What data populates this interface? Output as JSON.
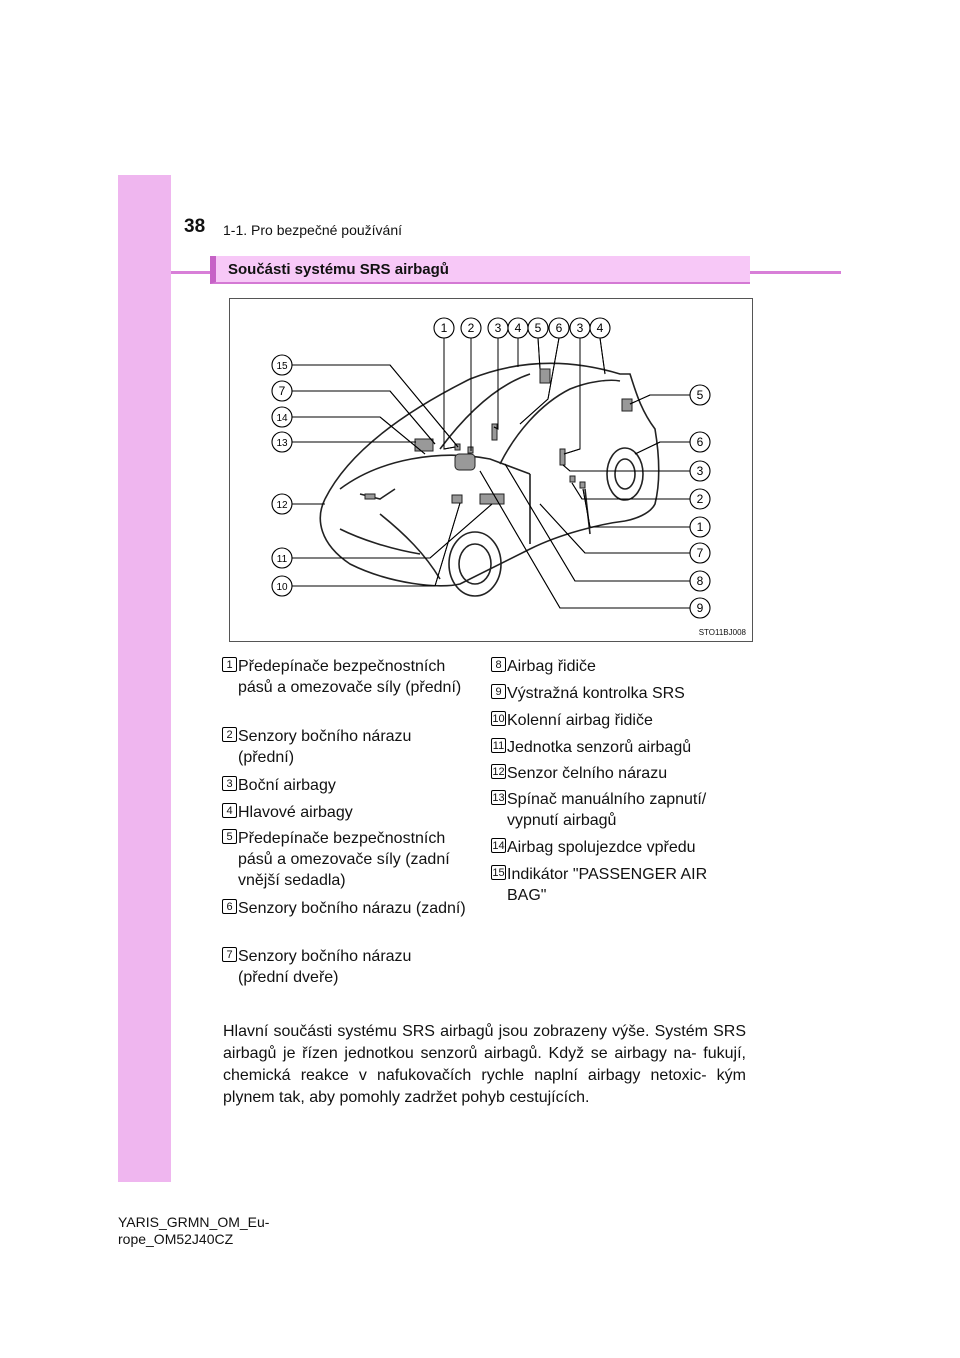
{
  "header": {
    "page_number": "38",
    "running_title": "1-1. Pro bezpečné používání"
  },
  "section": {
    "title": "Součásti systému SRS airbagů"
  },
  "figure": {
    "code": "STO11BJ008",
    "callouts_top": [
      "1",
      "2",
      "3",
      "4",
      "5",
      "6",
      "3",
      "4"
    ],
    "callouts_left": [
      "15",
      "7",
      "14",
      "13",
      "12",
      "11",
      "10"
    ],
    "callouts_right": [
      "5",
      "6",
      "3",
      "2",
      "1",
      "7",
      "8",
      "9"
    ]
  },
  "legend_left": [
    {
      "num": "1",
      "text": "Předepínače bezpečnostních pásů a omezovače síly (přední)"
    },
    {
      "num": "2",
      "text": "Senzory bočního nárazu (přední)"
    },
    {
      "num": "3",
      "text": "Boční airbagy"
    },
    {
      "num": "4",
      "text": "Hlavové airbagy"
    },
    {
      "num": "5",
      "text": "Předepínače bezpečnostních pásů a omezovače síly (zadní vnější sedadla)"
    },
    {
      "num": "6",
      "text": "Senzory bočního nárazu (zadní)"
    },
    {
      "num": "7",
      "text": "Senzory bočního nárazu (přední dveře)"
    }
  ],
  "legend_right": [
    {
      "num": "8",
      "text": "Airbag řidiče"
    },
    {
      "num": "9",
      "text": "Výstražná kontrolka SRS"
    },
    {
      "num": "10",
      "text": "Kolenní airbag řidiče"
    },
    {
      "num": "11",
      "text": "Jednotka senzorů airbagů"
    },
    {
      "num": "12",
      "text": "Senzor čelního nárazu"
    },
    {
      "num": "13",
      "text": "Spínač manuálního zapnutí/ vypnutí airbagů"
    },
    {
      "num": "14",
      "text": "Airbag spolujezdce vpředu"
    },
    {
      "num": "15",
      "text": "Indikátor \"PASSENGER AIR BAG\""
    }
  ],
  "body_text": "Hlavní součásti systému SRS airbagů jsou zobrazeny výše. Systém SRS airbagů je řízen jednotkou senzorů airbagů. Když se airbagy na- fukují, chemická reakce v nafukovačích rychle naplní airbagy netoxic- kým plynem tak, aby pomohly zadržet pohyb cestujících.",
  "footer": {
    "line1": "YARIS_GRMN_OM_Eu-",
    "line2": "rope_OM52J40CZ"
  }
}
